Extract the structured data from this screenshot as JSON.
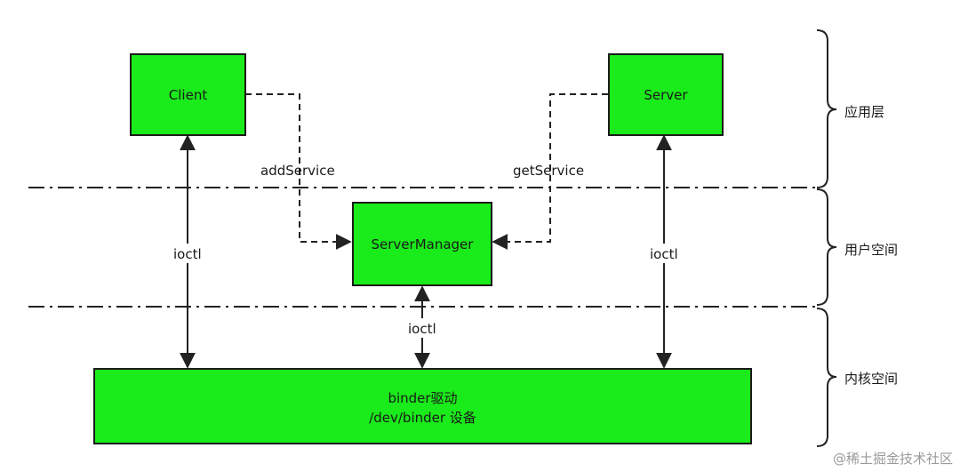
{
  "nodes": {
    "client": "Client",
    "server": "Server",
    "server_manager": "ServerManager",
    "binder_line1": "binder驱动",
    "binder_line2": "/dev/binder 设备"
  },
  "edges": {
    "add_service": "addService",
    "get_service": "getService",
    "ioctl_client": "ioctl",
    "ioctl_manager": "ioctl",
    "ioctl_server": "ioctl"
  },
  "layers": {
    "application": "应用层",
    "user_space": "用户空间",
    "kernel_space": "内核空间"
  },
  "watermark": "@稀土掘金技术社区",
  "colors": {
    "node_fill": "#1aeb1a",
    "node_stroke": "#1a1a1a",
    "line": "#222222"
  }
}
